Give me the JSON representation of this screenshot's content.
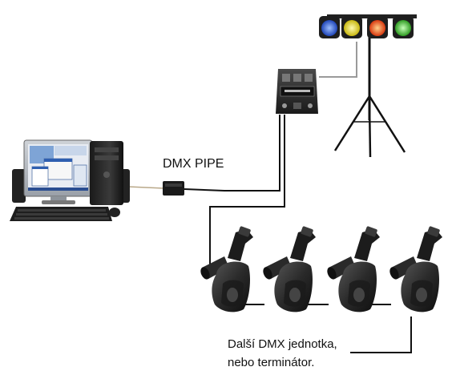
{
  "labels": {
    "dmx_pipe": "DMX PIPE",
    "note_line1": "Další DMX jednotka,",
    "note_line2": "nebo terminátor."
  },
  "colors": {
    "cable": "#111111",
    "light_cable": "#9a9a9a",
    "par_lamps": [
      "#2f5fd6",
      "#e8e02a",
      "#e84a1a",
      "#49c23a"
    ],
    "device_dark": "#2a2a2a"
  },
  "icons": {
    "computer": "desktop-pc-icon",
    "interface": "dmx-pipe-dongle-icon",
    "dimmer": "dmx-dimmer-pack-icon",
    "lighting_stand": "par-light-stand-icon",
    "scanner": "moving-head-scanner-icon"
  }
}
